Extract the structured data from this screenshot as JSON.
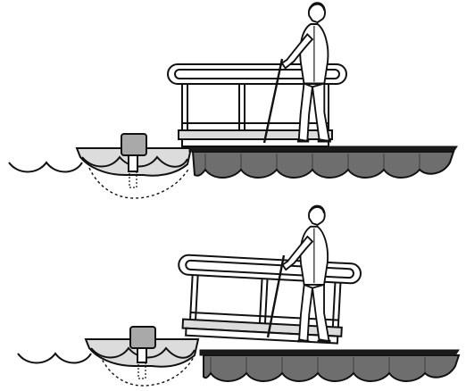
{
  "figure": {
    "panels": [
      {
        "name": "top-panel",
        "state": "level",
        "parts": [
          "water-waves",
          "pontoon-hull",
          "outboard-motor",
          "motor-swing-arc",
          "platform-deck",
          "handrail-structure",
          "person-with-cane"
        ]
      },
      {
        "name": "bottom-panel",
        "state": "tilted",
        "parts": [
          "water-waves",
          "pontoon-hull",
          "outboard-motor",
          "motor-swing-arc",
          "platform-deck",
          "handrail-structure",
          "person-with-cane"
        ]
      }
    ],
    "colors": {
      "line": "#111111",
      "hull_fill": "#dcdcdc",
      "pontoon_fill": "#6e6e6e",
      "motor_fill": "#a9a9a9",
      "deck_top": "#1a1a1a",
      "background": "#ffffff"
    }
  }
}
